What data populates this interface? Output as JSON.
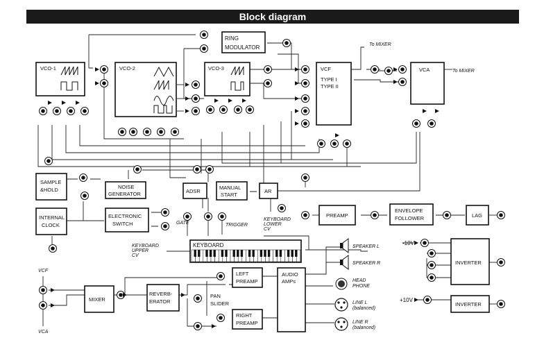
{
  "title": "Block diagram",
  "blocks": {
    "ring": [
      "RING",
      "MODULATOR"
    ],
    "vco1": "VCO-1",
    "vco2": "VCO-2",
    "vco3": "VCO-3",
    "vcf": "VCF",
    "vcf_type1": "TYPE I",
    "vcf_type2": "TYPE II",
    "vca": "VCA",
    "sample_hold": [
      "SAMPLE",
      "&HOLD"
    ],
    "noise": [
      "NOISE",
      "GENERATOR"
    ],
    "adsr": "ADSR",
    "manual_start": [
      "MANUAL",
      "START"
    ],
    "ar": "AR",
    "internal_clock": [
      "INTERNAL",
      "CLOCK"
    ],
    "electronic_switch": [
      "ELECTRONIC",
      "SWITCH"
    ],
    "preamp": "PREAMP",
    "envelope_follower": [
      "ENVELOPE",
      "FOLLOWER"
    ],
    "lag": "LAG",
    "keyboard": "KEYBOARD",
    "inverter1": "INVERTER",
    "inverter2": "INVERTER",
    "mixer": "MIXER",
    "reverberator": [
      "REVERB-",
      "ERATOR"
    ],
    "left_preamp": [
      "LEFT",
      "PREAMP"
    ],
    "right_preamp": [
      "RIGHT",
      "PREAMP"
    ],
    "audio_amps": [
      "AUDIO",
      "AMPs"
    ],
    "pan_slider": [
      "PAN",
      "SLIDER"
    ]
  },
  "labels": {
    "to_mixer_1": "To MIXER",
    "to_mixer_2": "To MIXER",
    "gate": "GATE",
    "trigger": "TRIGGER",
    "keyboard_lower_cv": [
      "KEYBOARD",
      "LOWER",
      "CV"
    ],
    "keyboard_upper_cv": [
      "KEYBOARD",
      "UPPER",
      "CV"
    ],
    "speaker_l": "SPEAKER L",
    "speaker_r": "SPEAKER R",
    "headphone": [
      "HEAD",
      "PHONE"
    ],
    "line_l": [
      "LINE L",
      "(balanced)"
    ],
    "line_r": [
      "LINE R",
      "(balanced)"
    ],
    "minus10v": "-10V",
    "plus10v": "+10V",
    "vcf_in": "VCF",
    "vca_in": "VCA"
  }
}
